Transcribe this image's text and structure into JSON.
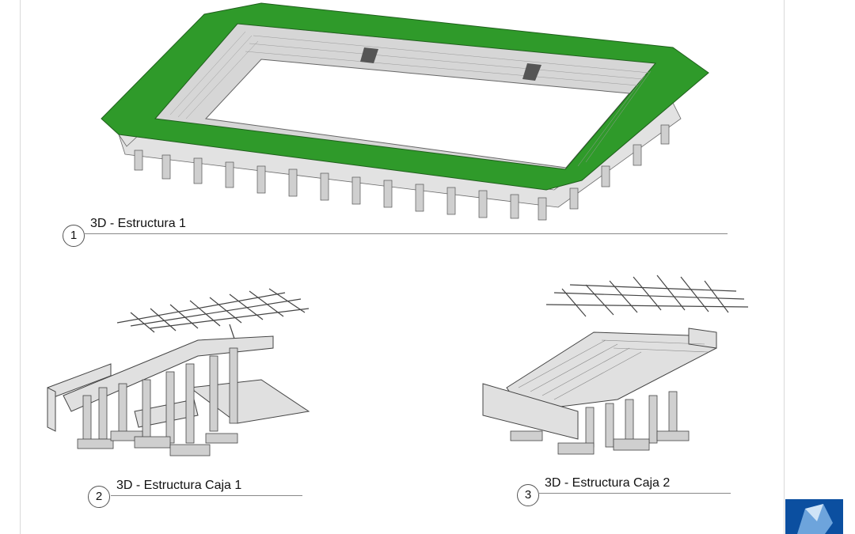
{
  "views": [
    {
      "number": "1",
      "title": "3D - Estructura 1"
    },
    {
      "number": "2",
      "title": "3D - Estructura Caja 1"
    },
    {
      "number": "3",
      "title": "3D - Estructura Caja 2"
    }
  ],
  "colors": {
    "roof": "#2f9a2a",
    "concrete": "#dcdcdc",
    "edge": "#555555",
    "brand": "#0b4fa0"
  }
}
